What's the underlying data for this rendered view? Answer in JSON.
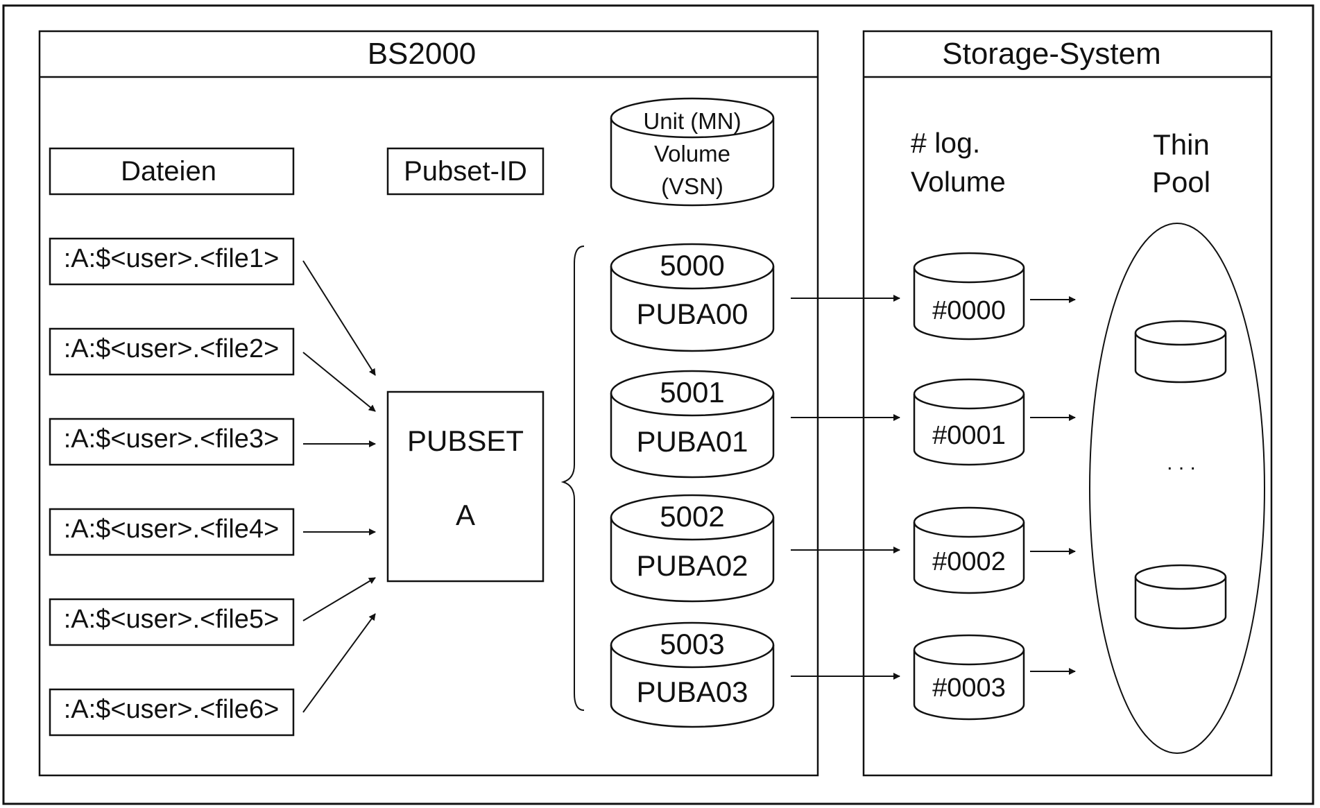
{
  "bs2000": {
    "title": "BS2000",
    "files_header": "Dateien",
    "pubset_id_header": "Pubset-ID",
    "unit_header": [
      "Unit (MN)",
      "Volume",
      "(VSN)"
    ],
    "files": [
      ":A:$<user>.<file1>",
      ":A:$<user>.<file2>",
      ":A:$<user>.<file3>",
      ":A:$<user>.<file4>",
      ":A:$<user>.<file5>",
      ":A:$<user>.<file6>"
    ],
    "pubset": [
      "PUBSET",
      "A"
    ],
    "volumes": [
      {
        "unit": "5000",
        "vsn": "PUBA00"
      },
      {
        "unit": "5001",
        "vsn": "PUBA01"
      },
      {
        "unit": "5002",
        "vsn": "PUBA02"
      },
      {
        "unit": "5003",
        "vsn": "PUBA03"
      }
    ]
  },
  "storage": {
    "title": "Storage-System",
    "log_volume_header": [
      "# log.",
      "Volume"
    ],
    "thin_pool_header": [
      "Thin",
      "Pool"
    ],
    "log_volumes": [
      "#0000",
      "#0001",
      "#0002",
      "#0003"
    ],
    "pool_ellipsis": ". . ."
  }
}
